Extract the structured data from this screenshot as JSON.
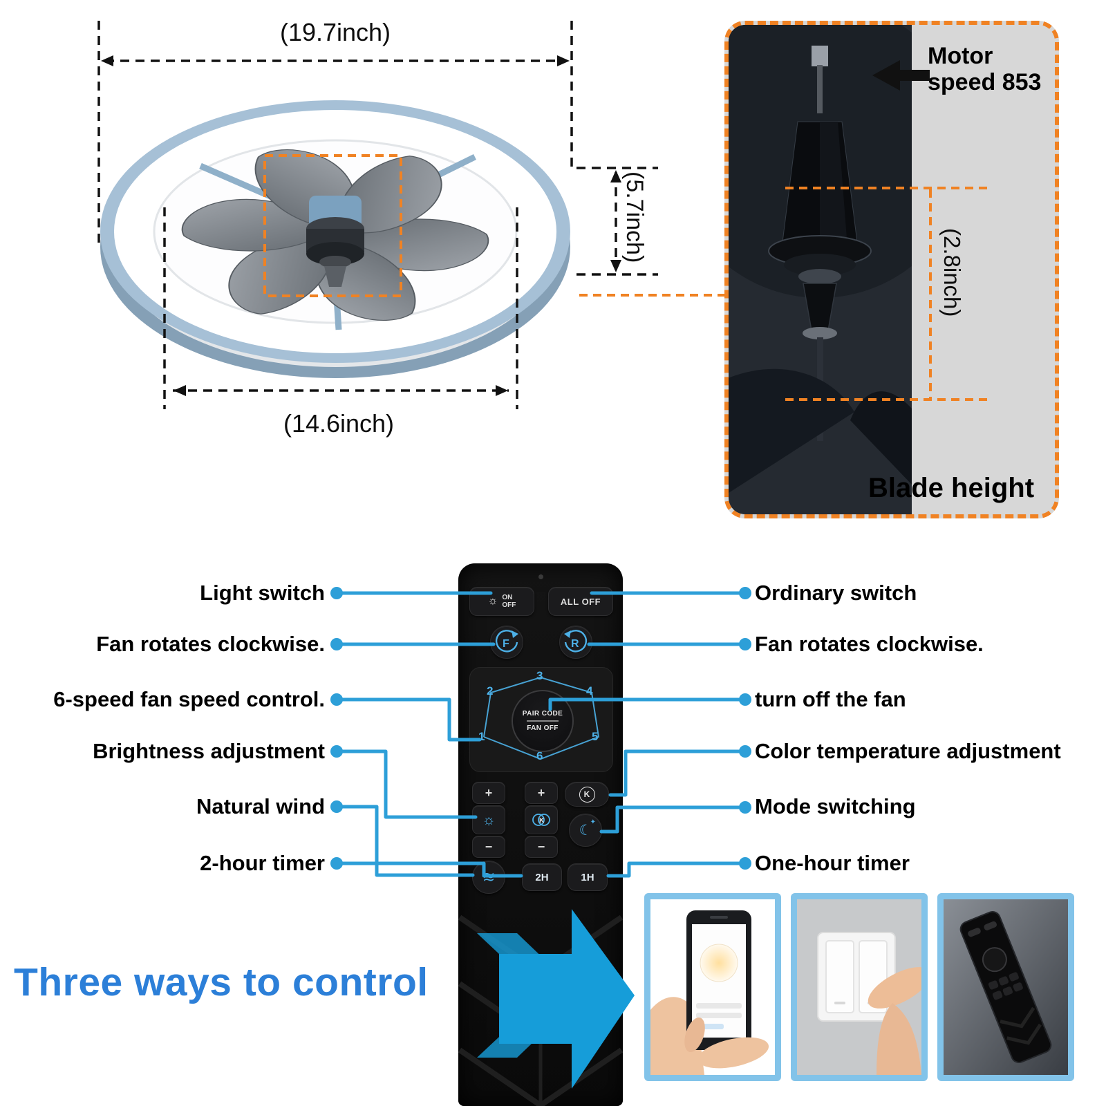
{
  "fan_diagram": {
    "outer_diameter": "(19.7inch)",
    "height": "(5.7inch)",
    "inner_diameter": "(14.6inch)"
  },
  "detail_panel": {
    "motor_speed": "Motor speed 853",
    "blade_height_dim": "(2.8inch)",
    "blade_height": "Blade height"
  },
  "callouts_left": [
    "Light switch",
    "Fan rotates clockwise.",
    "6-speed fan speed control.",
    "Brightness adjustment",
    "Natural wind",
    "2-hour timer"
  ],
  "callouts_right": [
    "Ordinary switch",
    "Fan rotates clockwise.",
    "turn off the fan",
    "Color temperature adjustment",
    "Mode switching",
    "One-hour timer"
  ],
  "remote": {
    "light_on": "ON",
    "light_off": "OFF",
    "all_off": "ALL OFF",
    "fan_forward": "F",
    "fan_reverse": "R",
    "pair_code": "PAIR CODE",
    "fan_off": "FAN OFF",
    "speed_numbers": [
      "1",
      "2",
      "3",
      "4",
      "5",
      "6"
    ],
    "plus": "+",
    "minus": "−",
    "k_button": "K",
    "timer_2h": "2H",
    "timer_1h": "1H"
  },
  "icons": {
    "light": "☼",
    "brightness": "☼",
    "mode_moon": "☾",
    "mode_sparkle": "✦",
    "natural_wind": "≋"
  },
  "footer": {
    "title": "Three ways to control"
  },
  "colors": {
    "callout_blue": "#2D9FD8",
    "remote_icon_blue": "#4DB1E8",
    "dimension_orange": "#F08223",
    "title_blue": "#2C7FD8"
  }
}
